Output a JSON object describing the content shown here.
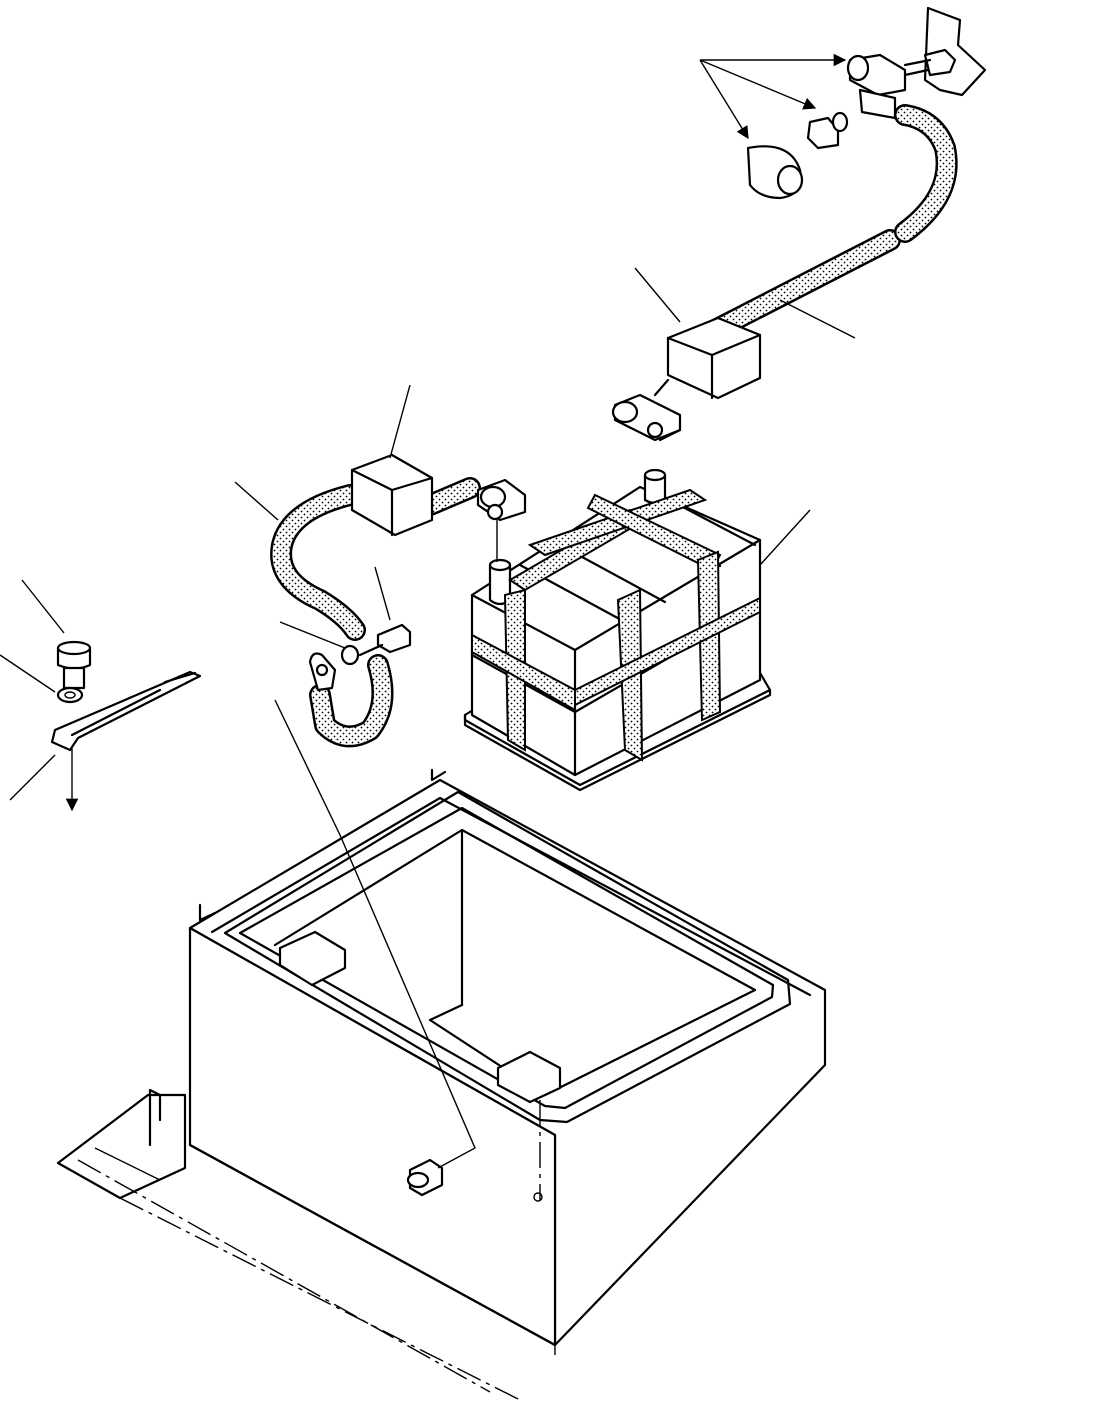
{
  "diagram": {
    "parts": [
      {
        "id": "battery",
        "icon": "battery-icon"
      },
      {
        "id": "battery-box",
        "icon": "battery-box-icon"
      },
      {
        "id": "positive-cable",
        "icon": "cable-icon"
      },
      {
        "id": "negative-cable",
        "icon": "cable-icon"
      },
      {
        "id": "terminal-cover-left",
        "icon": "terminal-cover-icon"
      },
      {
        "id": "terminal-cover-right",
        "icon": "terminal-cover-icon"
      },
      {
        "id": "hold-down-bracket",
        "icon": "bracket-icon"
      },
      {
        "id": "bolt",
        "icon": "bolt-icon"
      },
      {
        "id": "washer",
        "icon": "washer-icon"
      },
      {
        "id": "ground-cable",
        "icon": "ground-cable-icon"
      }
    ],
    "colors": {
      "stroke": "#000000",
      "background": "#ffffff",
      "stipple": "#000000"
    }
  }
}
